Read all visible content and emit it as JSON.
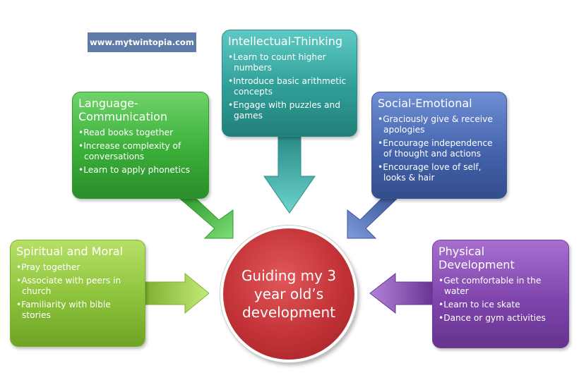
{
  "watermark": "www.mytwintopia.com",
  "center": {
    "text": "Guiding my 3\nyear old’s\ndevelopment"
  },
  "boxes": {
    "intellectual": {
      "title": "Intellectual-Thinking",
      "color": "#2f9e97",
      "items": [
        "Learn to count higher numbers",
        "Introduce basic arithmetic concepts",
        "Engage with puzzles and games"
      ]
    },
    "language": {
      "title": "Language-\nCommunication",
      "color": "#3aaf38",
      "items": [
        "Read books together",
        "Increase complexity of conversations",
        "Learn to apply phonetics"
      ]
    },
    "social": {
      "title": "Social-Emotional",
      "color": "#4564ad",
      "items": [
        "Graciously give & receive apologies",
        "Encourage independence of thought and actions",
        "Encourage love of self, looks & hair"
      ]
    },
    "spiritual": {
      "title": "Spiritual and Moral",
      "color": "#8cc23a",
      "items": [
        "Pray together",
        "Associate with peers in church",
        "Familiarity with bible stories"
      ]
    },
    "physical": {
      "title": "Physical Development",
      "color": "#7f45ac",
      "items": [
        "Get comfortable in the water",
        "Learn to ice skate",
        "Dance or gym activities"
      ]
    }
  }
}
